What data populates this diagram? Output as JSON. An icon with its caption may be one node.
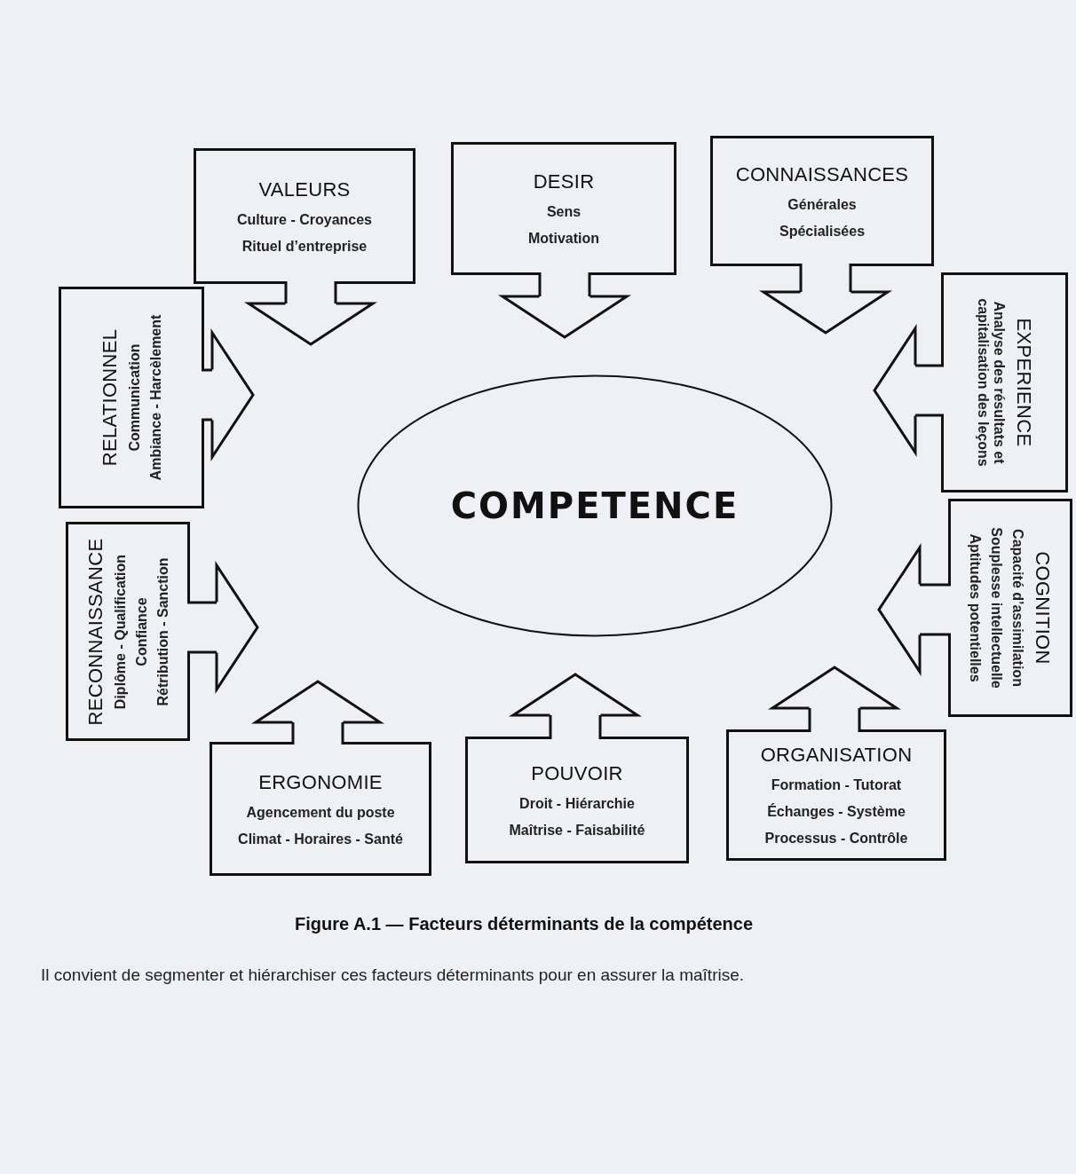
{
  "diagram": {
    "caption": "Figure A.1 — Facteurs déterminants de la compétence",
    "nodes": [
      {
        "text": [
          "VALEURS",
          "Culture - Croyances",
          "Rituel d’entreprise"
        ]
      },
      {
        "text": [
          "DESIR",
          "Sens",
          "Motivation"
        ]
      },
      {
        "text": [
          "CONNAISSANCES",
          "Générales",
          "Spécialisées"
        ]
      },
      {
        "text": [
          "RELATIONNEL",
          "Communication",
          "Ambiance - Harcèlement"
        ]
      },
      {
        "text": [
          "EXPERIENCE",
          "Analyse des résultats et capitalisation des leçons"
        ]
      },
      {
        "text": [
          "COMPETENCE"
        ]
      },
      {
        "text": [
          "RECONNAISSANCE",
          "Diplôme - Qualification",
          "Confiance",
          "Rétribution - Sanction"
        ]
      },
      {
        "text": [
          "COGNITION",
          "Capacité d’assimilation",
          "Souplesse intellectuelle",
          "Aptitudes potentielles"
        ]
      },
      {
        "text": [
          "ERGONOMIE",
          "Agencement du poste",
          "Climat - Horaires - Santé"
        ]
      },
      {
        "text": [
          "POUVOIR",
          "Droit - Hiérarchie",
          "Maîtrise - Faisabilité"
        ]
      },
      {
        "text": [
          "ORGANISATION",
          "Formation - Tutorat",
          "Échanges - Système",
          "Processus - Contrôle"
        ]
      }
    ],
    "edges": [
      {
        "from": 0,
        "to": 5,
        "arrow": "to"
      },
      {
        "from": 1,
        "to": 5,
        "arrow": "to"
      },
      {
        "from": 2,
        "to": 5,
        "arrow": "to"
      },
      {
        "from": 3,
        "to": 5,
        "arrow": "to"
      },
      {
        "from": 4,
        "to": 5,
        "arrow": "to"
      },
      {
        "from": 6,
        "to": 5,
        "arrow": "to"
      },
      {
        "from": 7,
        "to": 5,
        "arrow": "to"
      },
      {
        "from": 8,
        "to": 5,
        "arrow": "to"
      },
      {
        "from": 9,
        "to": 5,
        "arrow": "to"
      },
      {
        "from": 10,
        "to": 5,
        "arrow": "to"
      }
    ],
    "labels": [
      "Il convient de segmenter et hiérarchiser ces facteurs déterminants pour en assurer la maîtrise."
    ]
  }
}
